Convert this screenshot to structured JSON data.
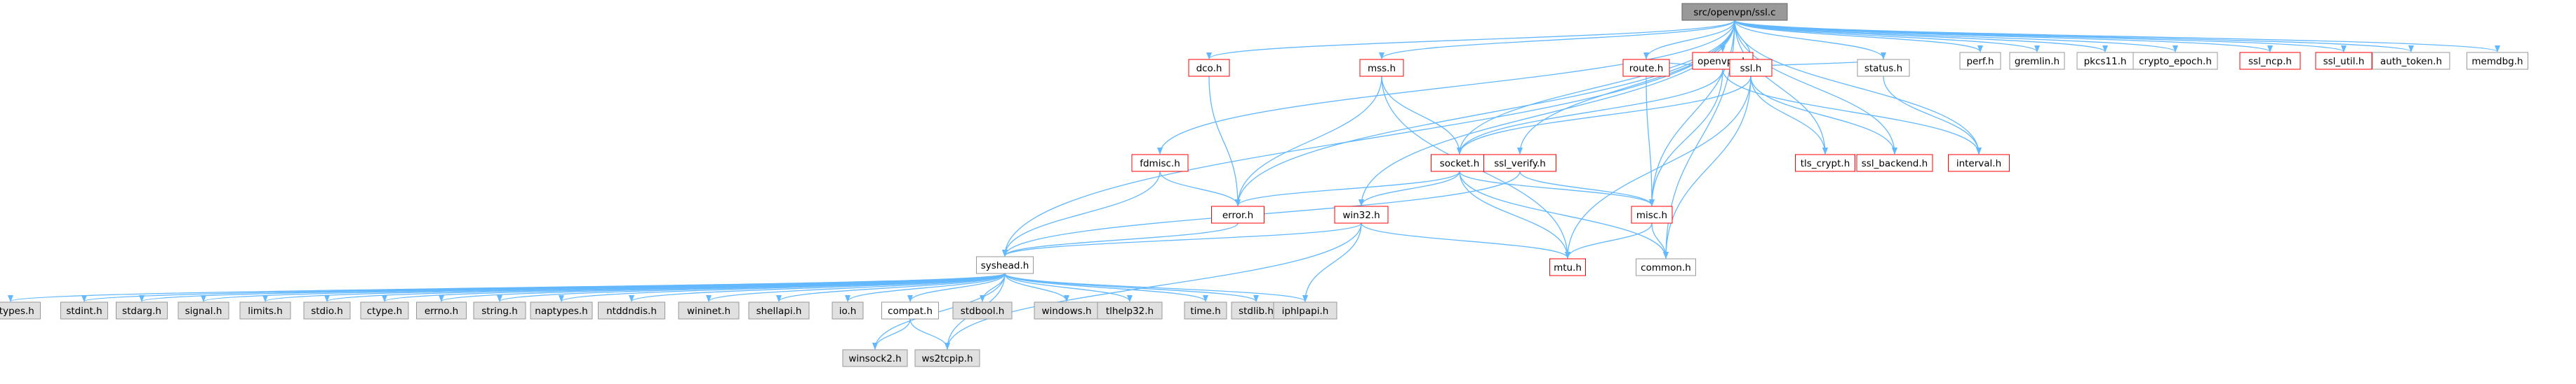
{
  "colors": {
    "edge": "#63b8ff",
    "root_fill": "#999999",
    "root_border": "#666666",
    "project_fill": "#ffffff",
    "project_border": "#ff0000",
    "nolink_fill": "#ffffff",
    "nolink_border": "#999999",
    "system_fill": "#e0e0e0",
    "system_border": "#999999"
  },
  "nodes": [
    {
      "id": "root",
      "label": "src/openvpn/ssl.c",
      "kind": "root"
    },
    {
      "id": "perf",
      "label": "perf.h",
      "kind": "nolink"
    },
    {
      "id": "gremlin",
      "label": "gremlin.h",
      "kind": "nolink"
    },
    {
      "id": "pkcs11",
      "label": "pkcs11.h",
      "kind": "nolink"
    },
    {
      "id": "crypto_epoch",
      "label": "crypto_epoch.h",
      "kind": "nolink"
    },
    {
      "id": "ssl_ncp",
      "label": "ssl_ncp.h",
      "kind": "project"
    },
    {
      "id": "ssl_util",
      "label": "ssl_util.h",
      "kind": "project"
    },
    {
      "id": "auth_token",
      "label": "auth_token.h",
      "kind": "nolink"
    },
    {
      "id": "memdbg",
      "label": "memdbg.h",
      "kind": "nolink"
    },
    {
      "id": "openvpn",
      "label": "openvpn.h",
      "kind": "project"
    },
    {
      "id": "dco",
      "label": "dco.h",
      "kind": "project"
    },
    {
      "id": "mss",
      "label": "mss.h",
      "kind": "project"
    },
    {
      "id": "route",
      "label": "route.h",
      "kind": "project"
    },
    {
      "id": "ssl",
      "label": "ssl.h",
      "kind": "project"
    },
    {
      "id": "status",
      "label": "status.h",
      "kind": "nolink"
    },
    {
      "id": "fdmisc",
      "label": "fdmisc.h",
      "kind": "project"
    },
    {
      "id": "socket",
      "label": "socket.h",
      "kind": "project"
    },
    {
      "id": "ssl_verify",
      "label": "ssl_verify.h",
      "kind": "project"
    },
    {
      "id": "tls_crypt",
      "label": "tls_crypt.h",
      "kind": "project"
    },
    {
      "id": "ssl_backend",
      "label": "ssl_backend.h",
      "kind": "project"
    },
    {
      "id": "interval",
      "label": "interval.h",
      "kind": "project"
    },
    {
      "id": "error",
      "label": "error.h",
      "kind": "project"
    },
    {
      "id": "misc",
      "label": "misc.h",
      "kind": "project"
    },
    {
      "id": "win32",
      "label": "win32.h",
      "kind": "project"
    },
    {
      "id": "syshead",
      "label": "syshead.h",
      "kind": "nolink"
    },
    {
      "id": "mtu",
      "label": "mtu.h",
      "kind": "project"
    },
    {
      "id": "common",
      "label": "common.h",
      "kind": "nolink"
    },
    {
      "id": "inttypes",
      "label": "inttypes.h",
      "kind": "system"
    },
    {
      "id": "stdint",
      "label": "stdint.h",
      "kind": "system"
    },
    {
      "id": "stdarg",
      "label": "stdarg.h",
      "kind": "system"
    },
    {
      "id": "signal",
      "label": "signal.h",
      "kind": "system"
    },
    {
      "id": "limits",
      "label": "limits.h",
      "kind": "system"
    },
    {
      "id": "stdio",
      "label": "stdio.h",
      "kind": "system"
    },
    {
      "id": "ctype",
      "label": "ctype.h",
      "kind": "system"
    },
    {
      "id": "errno",
      "label": "errno.h",
      "kind": "system"
    },
    {
      "id": "string",
      "label": "string.h",
      "kind": "system"
    },
    {
      "id": "naptypes",
      "label": "naptypes.h",
      "kind": "system"
    },
    {
      "id": "ntddndis",
      "label": "ntddndis.h",
      "kind": "system"
    },
    {
      "id": "wininet",
      "label": "wininet.h",
      "kind": "system"
    },
    {
      "id": "shellapi",
      "label": "shellapi.h",
      "kind": "system"
    },
    {
      "id": "io",
      "label": "io.h",
      "kind": "system"
    },
    {
      "id": "compat",
      "label": "compat.h",
      "kind": "nolink"
    },
    {
      "id": "stdbool",
      "label": "stdbool.h",
      "kind": "system"
    },
    {
      "id": "windows",
      "label": "windows.h",
      "kind": "system"
    },
    {
      "id": "tlhelp32",
      "label": "tlhelp32.h",
      "kind": "system"
    },
    {
      "id": "time",
      "label": "time.h",
      "kind": "system"
    },
    {
      "id": "stdlib",
      "label": "stdlib.h",
      "kind": "system"
    },
    {
      "id": "iphlpapi",
      "label": "iphlpapi.h",
      "kind": "system"
    },
    {
      "id": "winsock2",
      "label": "winsock2.h",
      "kind": "system"
    },
    {
      "id": "ws2tcpip",
      "label": "ws2tcpip.h",
      "kind": "system"
    }
  ],
  "edges": [
    [
      "root",
      "perf"
    ],
    [
      "root",
      "gremlin"
    ],
    [
      "root",
      "pkcs11"
    ],
    [
      "root",
      "crypto_epoch"
    ],
    [
      "root",
      "ssl_ncp"
    ],
    [
      "root",
      "ssl_util"
    ],
    [
      "root",
      "auth_token"
    ],
    [
      "root",
      "memdbg"
    ],
    [
      "root",
      "openvpn"
    ],
    [
      "root",
      "dco"
    ],
    [
      "root",
      "mss"
    ],
    [
      "root",
      "route"
    ],
    [
      "root",
      "ssl"
    ],
    [
      "root",
      "status"
    ],
    [
      "root",
      "fdmisc"
    ],
    [
      "root",
      "socket"
    ],
    [
      "root",
      "ssl_verify"
    ],
    [
      "root",
      "tls_crypt"
    ],
    [
      "root",
      "ssl_backend"
    ],
    [
      "root",
      "interval"
    ],
    [
      "root",
      "error"
    ],
    [
      "root",
      "misc"
    ],
    [
      "root",
      "win32"
    ],
    [
      "root",
      "syshead"
    ],
    [
      "root",
      "common"
    ],
    [
      "openvpn",
      "route"
    ],
    [
      "openvpn",
      "ssl"
    ],
    [
      "openvpn",
      "status"
    ],
    [
      "openvpn",
      "socket"
    ],
    [
      "openvpn",
      "misc"
    ],
    [
      "openvpn",
      "interval"
    ],
    [
      "ssl",
      "socket"
    ],
    [
      "ssl",
      "tls_crypt"
    ],
    [
      "ssl",
      "ssl_backend"
    ],
    [
      "ssl",
      "mtu"
    ],
    [
      "ssl",
      "common"
    ],
    [
      "status",
      "interval"
    ],
    [
      "route",
      "misc"
    ],
    [
      "dco",
      "error"
    ],
    [
      "mss",
      "socket"
    ],
    [
      "mss",
      "error"
    ],
    [
      "mss",
      "mtu"
    ],
    [
      "fdmisc",
      "error"
    ],
    [
      "fdmisc",
      "syshead"
    ],
    [
      "socket",
      "error"
    ],
    [
      "socket",
      "misc"
    ],
    [
      "socket",
      "win32"
    ],
    [
      "socket",
      "mtu"
    ],
    [
      "socket",
      "common"
    ],
    [
      "ssl_verify",
      "misc"
    ],
    [
      "ssl_verify",
      "syshead"
    ],
    [
      "error",
      "syshead"
    ],
    [
      "misc",
      "mtu"
    ],
    [
      "misc",
      "common"
    ],
    [
      "win32",
      "syshead"
    ],
    [
      "win32",
      "mtu"
    ],
    [
      "win32",
      "iphlpapi"
    ],
    [
      "win32",
      "ws2tcpip"
    ],
    [
      "syshead",
      "inttypes"
    ],
    [
      "syshead",
      "stdint"
    ],
    [
      "syshead",
      "stdarg"
    ],
    [
      "syshead",
      "signal"
    ],
    [
      "syshead",
      "limits"
    ],
    [
      "syshead",
      "stdio"
    ],
    [
      "syshead",
      "ctype"
    ],
    [
      "syshead",
      "errno"
    ],
    [
      "syshead",
      "string"
    ],
    [
      "syshead",
      "naptypes"
    ],
    [
      "syshead",
      "ntddndis"
    ],
    [
      "syshead",
      "wininet"
    ],
    [
      "syshead",
      "shellapi"
    ],
    [
      "syshead",
      "io"
    ],
    [
      "syshead",
      "compat"
    ],
    [
      "syshead",
      "stdbool"
    ],
    [
      "syshead",
      "windows"
    ],
    [
      "syshead",
      "tlhelp32"
    ],
    [
      "syshead",
      "time"
    ],
    [
      "syshead",
      "stdlib"
    ],
    [
      "syshead",
      "iphlpapi"
    ],
    [
      "syshead",
      "winsock2"
    ],
    [
      "syshead",
      "ws2tcpip"
    ],
    [
      "compat",
      "winsock2"
    ],
    [
      "compat",
      "ws2tcpip"
    ]
  ]
}
